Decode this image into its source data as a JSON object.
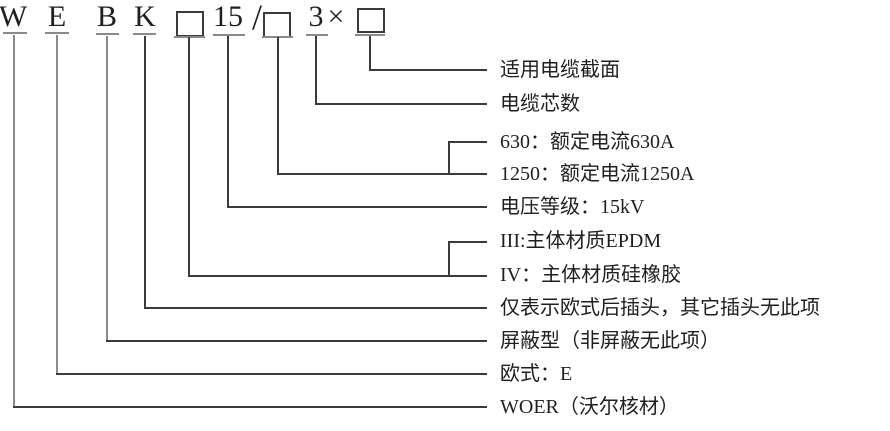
{
  "colors": {
    "text": "#1f1f1f",
    "line_dark": "#3b3b3b",
    "line_gray": "#8a8a8a",
    "background": "#ffffff"
  },
  "code": {
    "manufacturer": "W",
    "style": "E",
    "shield": "B",
    "plug": "K",
    "voltage": "15",
    "separator": "/",
    "cores": "3",
    "multiply": "×"
  },
  "legend": [
    {
      "text": "适用电缆截面"
    },
    {
      "text": "电缆芯数"
    },
    {
      "text": "630：额定电流630A"
    },
    {
      "text": "1250：额定电流1250A"
    },
    {
      "text": "电压等级：15kV"
    },
    {
      "text": "III:主体材质EPDM"
    },
    {
      "text": "IV：主体材质硅橡胶"
    },
    {
      "text": "仅表示欧式后插头，其它插头无此项"
    },
    {
      "text": "屏蔽型（非屏蔽无此项）"
    },
    {
      "text": "欧式：E"
    },
    {
      "text": "WOER（沃尔核材）"
    }
  ]
}
